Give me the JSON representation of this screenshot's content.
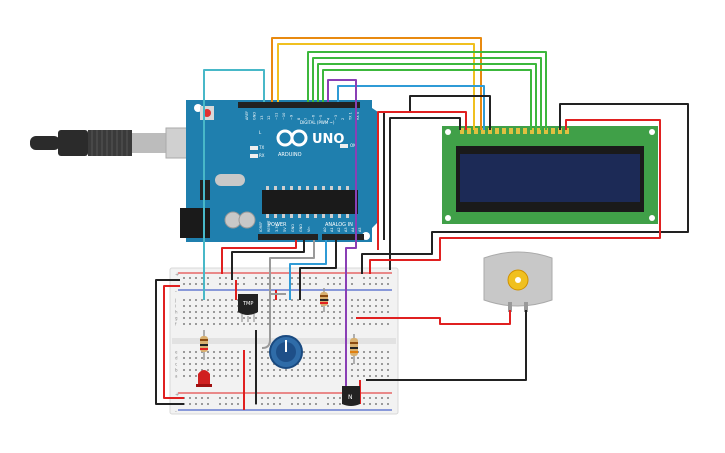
{
  "arduino": {
    "brand": "ARDUINO",
    "model": "UNO",
    "digital_label": "DIGITAL (PWM ~)",
    "power_label": "POWER",
    "analog_label": "ANALOG IN",
    "on_label": "ON",
    "l_label": "L",
    "tx_label": "TX",
    "rx_label": "RX",
    "pin_labels_top": [
      "AREF",
      "GND",
      "13",
      "12",
      "~11",
      "~10",
      "~9",
      "8",
      "7",
      "~6",
      "~5",
      "4",
      "~3",
      "2",
      "TX 1",
      "RX 0"
    ],
    "pin_labels_power": [
      "IOREF",
      "RESET",
      "3.3V",
      "5V",
      "GND",
      "GND",
      "Vin"
    ],
    "pin_labels_analog": [
      "A0",
      "A1",
      "A2",
      "A3",
      "A4",
      "A5"
    ],
    "colors": {
      "board": "#1f7fae",
      "header": "#222222"
    }
  },
  "breadboard": {
    "row_letters_left": [
      "j",
      "i",
      "h",
      "g",
      "f",
      "e",
      "d",
      "c",
      "b",
      "a"
    ],
    "plus": "+",
    "minus": "-"
  },
  "components": {
    "temp_sensor_label": "TMP",
    "transistor_label": "N"
  },
  "lcd": {
    "colors": {
      "pcb": "#40a048",
      "screen": "#1c2a56"
    }
  },
  "wire_colors": {
    "orange": "#e88a10",
    "yellow": "#f0c020",
    "green": "#3cb83c",
    "red": "#e02020",
    "black": "#222222",
    "blue": "#2f9bd6",
    "purple": "#8a3fb5",
    "gray": "#9a9a9a",
    "cyan": "#48b8c8"
  }
}
